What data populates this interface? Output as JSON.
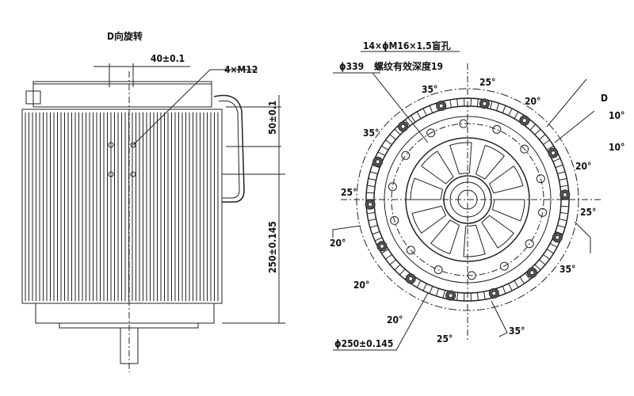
{
  "side_view": {
    "rotation_label": "D向旋转",
    "width_dim": "40±0.1",
    "thread_label": "4×M12",
    "height_dim_small": "50±0.1",
    "height_dim_large": "250±0.145"
  },
  "front_view": {
    "hole_spec_line1": "14×ϕM16×1.5盲孔",
    "hole_spec_line2": "螺纹有效深度19",
    "outer_diameter": "ϕ339",
    "pilot_diameter": "ϕ250±0.145",
    "view_letter": "D",
    "angles": [
      "25°",
      "20°",
      "10°",
      "10°",
      "35°",
      "35°",
      "20°",
      "25°",
      "25°",
      "20°",
      "35°",
      "20°",
      "20°",
      "25°",
      "35°"
    ]
  }
}
